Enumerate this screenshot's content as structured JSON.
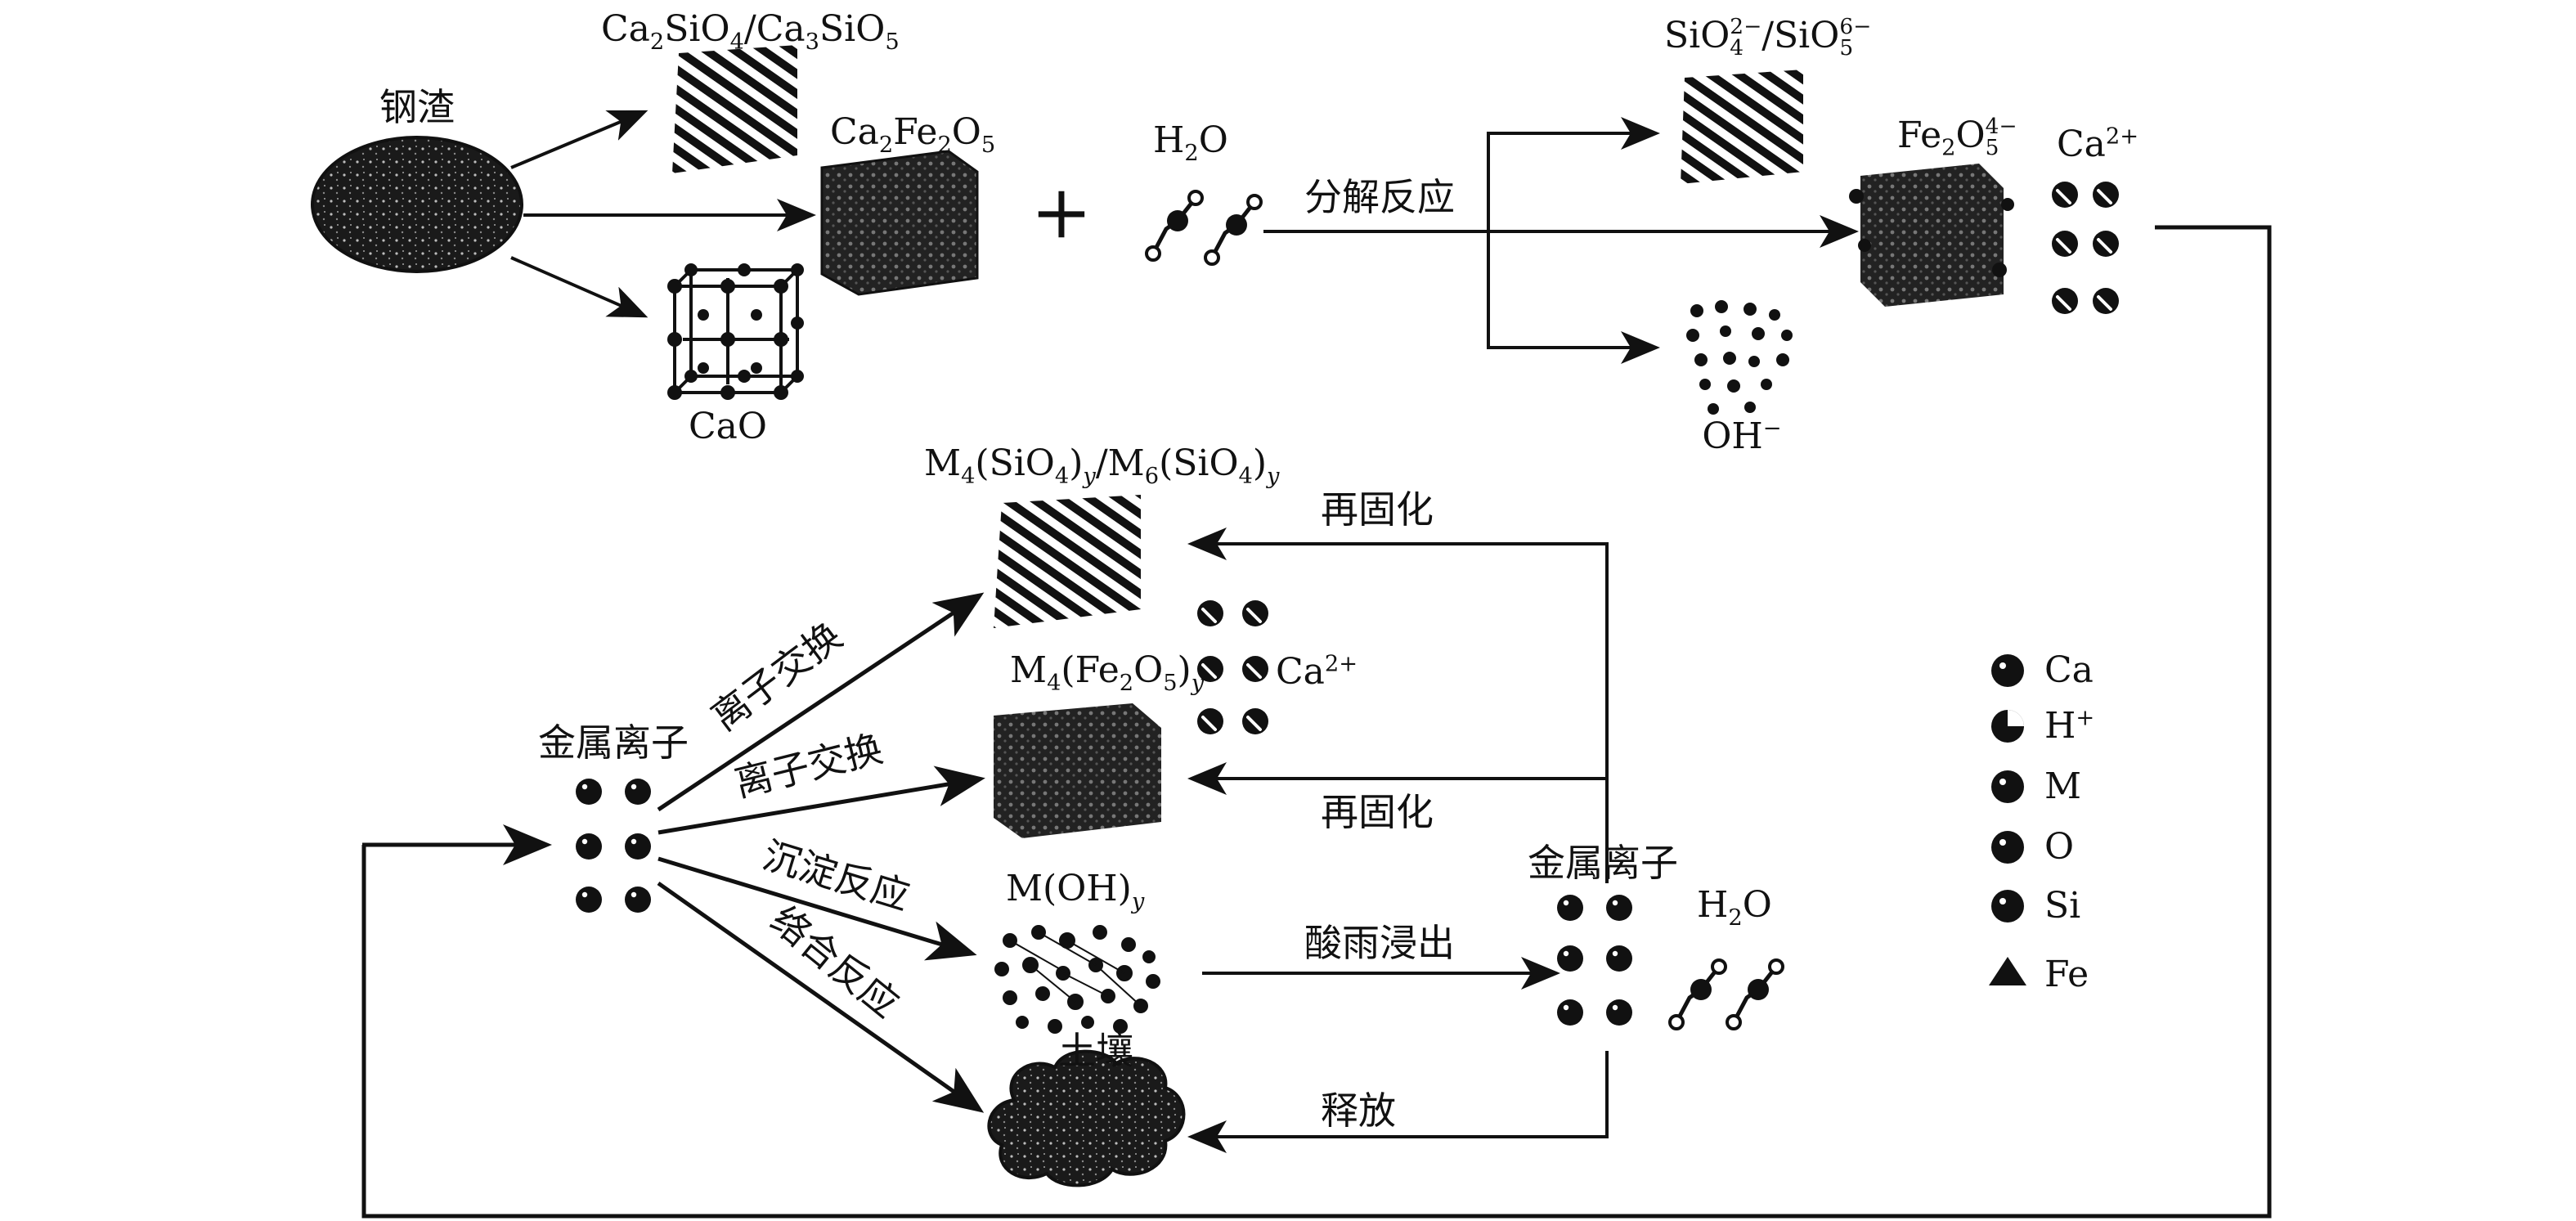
{
  "labels": {
    "slag": "钢渣",
    "ca2sio4_a": "Ca",
    "ca2sio4_b": "2",
    "ca2sio4_c": "SiO",
    "ca2sio4_d": "4",
    "ca2sio4_e": "/Ca",
    "ca2sio4_f": "3",
    "ca2sio4_g": "SiO",
    "ca2sio4_h": "5",
    "cafe_a": "Ca",
    "cafe_b": "2",
    "cafe_c": "Fe",
    "cafe_d": "2",
    "cafe_e": "O",
    "cafe_f": "5",
    "cao": "CaO",
    "plus": "+",
    "h2o_a": "H",
    "h2o_b": "2",
    "h2o_c": "O",
    "decomp": "分解反应",
    "sio_a": "SiO",
    "sio_b": "4",
    "sio_c": "2−",
    "sio_d": "/SiO",
    "sio_e": "5",
    "sio_f": "6−",
    "feo_a": "Fe",
    "feo_b": "2",
    "feo_c": "O",
    "feo_d": "5",
    "feo_e": "4−",
    "ca2p_a": "Ca",
    "ca2p_b": "2+",
    "oh_a": "OH",
    "oh_b": "−",
    "msio_a": "M",
    "msio_b": "4",
    "msio_c": "(SiO",
    "msio_d": "4",
    "msio_e": ")",
    "msio_f": "y",
    "msio_g": "/M",
    "msio_h": "6",
    "msio_i": "(SiO",
    "msio_j": "4",
    "msio_k": ")",
    "msio_l": "y",
    "resolid1": "再固化",
    "mfe_a": "M",
    "mfe_b": "4",
    "mfe_c": "(Fe",
    "mfe_d": "2",
    "mfe_e": "O",
    "mfe_f": "5",
    "mfe_g": ")",
    "mfe_h": "y",
    "ca2p2_a": "Ca",
    "ca2p2_b": "2+",
    "resolid2": "再固化",
    "metal1": "金属离子",
    "ionex1": "离子交换",
    "ionex2": "离子交换",
    "precip": "沉淀反应",
    "complex": "络合反应",
    "moh_a": "M(OH)",
    "moh_b": "y",
    "acid": "酸雨浸出",
    "metal2": "金属离子",
    "h2o2_a": "H",
    "h2o2_b": "2",
    "h2o2_c": "O",
    "soil": "土壤",
    "release": "释放"
  },
  "legend": [
    {
      "symbol": "ca-atom-icon",
      "label": "Ca"
    },
    {
      "symbol": "h-ion-icon",
      "label": "H",
      "sup": "+"
    },
    {
      "symbol": "m-atom-icon",
      "label": "M"
    },
    {
      "symbol": "o-atom-icon",
      "label": "O"
    },
    {
      "symbol": "si-atom-icon",
      "label": "Si"
    },
    {
      "symbol": "fe-atom-icon",
      "label": "Fe"
    }
  ]
}
